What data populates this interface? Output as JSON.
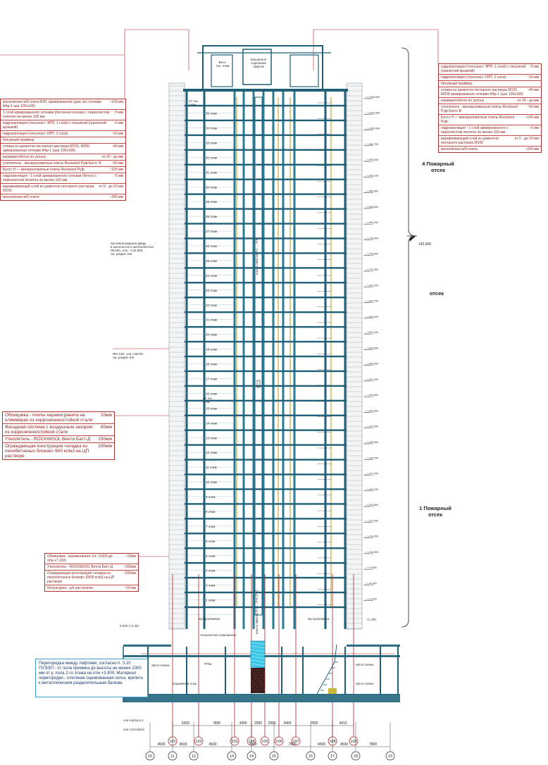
{
  "fire_compartments": {
    "upper": "4 Пожарный\nотсек",
    "middle": "отсек",
    "lower": "1 Пожарный\nотсек"
  },
  "elevation_marker": "142,600",
  "callout": {
    "text": "Перегородка между лифтами, согласно п. 3.10 ПУЭЭП - от пола приямка до высоты не менее 2300 мм от у. пола 2-го этажа на отм +3.900. Материал перегородки - плетеная оцинкованная сетка, крепить к металлическим разделительным балкам."
  },
  "legend_facade": [
    {
      "label": "Облицовка - плиты керамогранита на кляммерах из коррозионностойкой стали",
      "value": "10мм"
    },
    {
      "label": "Фасадная система с воздушным зазором из коррозионностойкой стали",
      "value": "60мм"
    },
    {
      "label": "Утеплитель - ROCKWOOL Венти Батт-Д",
      "value": "150мм"
    },
    {
      "label": "Ограждающая конструкция «кладка из пенобетонных блоков» 600 кг/м3 на ЦП растворе",
      "value": "200мм"
    }
  ],
  "legend_lower": [
    {
      "label": "Облицовка - керамогранит (от -3,820 до отм.+7,150)",
      "value": "~10мм"
    },
    {
      "label": "Утеплитель - ROCKWOOL Венти Батт-Д",
      "value": "~150мм"
    },
    {
      "label": "Ограждающая конструкция «кладка из пенобетонных блоков» D600 кг/м3 на ЦП растворе",
      "value": "~200мм"
    },
    {
      "label": "Штукатурка - ц/п раствором",
      "value": "~20 мм"
    }
  ],
  "legend_left_top": [
    {
      "label": "монолитная ж/б плита В30, армированная (цем. в/з сетками Ф4р-1 шаг 100х100)",
      "value": "~100 мм"
    },
    {
      "label": "1 слой армированного сетками (бетонная основа) с перехлестом полотен не менее 100 мм",
      "value": "~5 мм"
    },
    {
      "label": "гидроизоляция (технэласт ЭПП, 1 слой) с посыпкой (гранитной крошкой)",
      "value": "~5 мм"
    },
    {
      "label": "гидроизоляция (технэласт ХПП, 2 слоя)",
      "value": "~10 мм"
    },
    {
      "label": "битумный праймер",
      "value": ""
    },
    {
      "label": "стяжка из цементно-песчаного раствора М150, М200 армированная сетками Ф4р-1 (шаг 100х100)",
      "value": "~40 мм"
    },
    {
      "label": "керамзитобетон по уклону",
      "value": "от 20 - до мм"
    },
    {
      "label": "утеплитель - минераловатные плиты Rockwool Руф Баттс В",
      "value": "~50 мм"
    },
    {
      "label": "Баттс Н — минераловатные плиты Rockwool Руф",
      "value": "~100 мм"
    },
    {
      "label": "гидроизоляция - 1 слой армированного сетками (бетон) с перехлестом полотен не менее 100 мм",
      "value": "~5 мм"
    },
    {
      "label": "выравнивающий слой из цементно-песчаного раствора М100",
      "value": "от 0 - до 10 мм"
    },
    {
      "label": "монолитная ж/б плита",
      "value": "~200 мм"
    }
  ],
  "legend_right_top": [
    {
      "label": "гидроизоляция (технэласт ЭПП, 1 слой) с посыпкой (гранитной крошкой)",
      "value": "~5 мм"
    },
    {
      "label": "гидроизоляция (технэласт ХПП, 2 слоя)",
      "value": "~10 мм"
    },
    {
      "label": "битумный праймер",
      "value": ""
    },
    {
      "label": "стяжка из цементно-песчаного раствора М150, М200 армированная сетками Ф4р-1 (шаг 100х100)",
      "value": "~40 мм"
    },
    {
      "label": "керамзитобетон по уклону",
      "value": "от 20 - до мм"
    },
    {
      "label": "утеплитель - минераловатные плиты Rockwool Руф Баттс В",
      "value": "~50 мм"
    },
    {
      "label": "Баттс Н — минераловатные плиты Rockwool Руф",
      "value": "~100 мм"
    },
    {
      "label": "гидроизоляция - 1 слой армированного с перехлестом полотен не менее 100 мм",
      "value": "~5 мм"
    },
    {
      "label": "выравнивающий слой из цементно-песчаного раствора М100",
      "value": "от 0 - до 10 мм"
    },
    {
      "label": "монолитная ж/б плита",
      "value": "~200 мм"
    }
  ],
  "notes": {
    "mid_left_1": "противопожарная дверь\nв монолитного железобетона\nRE150, отм. +142.600,\nсм. раздел КЖ",
    "mid_left_2": "REI 240, отм.+56700,\nсм. раздел КЖ",
    "shaft_upper": "шахта лифтов Л-1 ... Л-8",
    "shaft_lower": "шахта лифтов Л-1 ... Л-8 (П-1)",
    "roof_room": "Машинное\nотделение\nлифтов",
    "roof_room_2": "Вент.\nтех. этаж",
    "tech_floor": "37 тех.\nэтаж",
    "tech_floor_2": "36 тех.\nэтаж",
    "parking_left": "автостоянка",
    "parking_right_1": "автостоянка",
    "parking_right_2": "автостоянка",
    "rpsh": "РПШ",
    "ground_left": "подземный этаж",
    "mop_left": "мусорокамера",
    "mop_right": "мусорокамера",
    "technical_room": "техническое помещение",
    "level_marker_left": "0,000 (+3.40)",
    "level_marker_right": "+1,700",
    "bottom_axis_1": "оси корпуса 1",
    "bottom_axis_2": "оси стилобата"
  },
  "floor_labels": [
    "35 этаж",
    "34 этаж",
    "33 этаж",
    "32 этаж",
    "31 этаж",
    "30 этаж",
    "29 этаж",
    "28 этаж",
    "27 этаж",
    "26 этаж",
    "25 этаж",
    "24 этаж",
    "23 этаж",
    "22 этаж",
    "21 этаж",
    "20 этаж",
    "19 этаж",
    "18 этаж",
    "17 этаж",
    "16 этаж",
    "15 этаж",
    "14 этаж",
    "13 этаж",
    "12 этаж",
    "11 этаж",
    "10 этаж",
    "9 этаж",
    "8 этаж",
    "7 этаж",
    "6 этаж",
    "5 этаж",
    "4 этаж",
    "3 этаж",
    "2 этаж"
  ],
  "elevations_right": [
    "+106.600",
    "+103.300",
    "+100.000",
    "+96.700",
    "+93.400",
    "+90.100",
    "+86.800",
    "+83.500",
    "+80.200",
    "+76.900",
    "+73.600",
    "+70.300",
    "+67.000",
    "+63.700",
    "+60.400",
    "+57.100",
    "+53.800",
    "+50.500",
    "+47.200",
    "+43.900",
    "+40.600",
    "+37.300",
    "+34.000",
    "+30.700",
    "+27.400",
    "+24.100",
    "+20.800",
    "+17.500",
    "+14.200",
    "+10.900",
    "+7.600",
    "+4.300",
    "+1.000"
  ],
  "dimensions_upper": [
    "5420",
    "7800",
    "3400",
    "2900",
    "2900",
    "3400",
    "7800",
    "4410"
  ],
  "dimensions_lower": [
    "4500",
    "4500",
    "4500",
    "7800",
    "7800",
    "4500",
    "4500",
    "7800"
  ],
  "axes_upper": [
    "101",
    "102",
    "103",
    "104",
    "105",
    "106",
    "107",
    "108",
    "109"
  ],
  "axes_lower": [
    "10",
    "11",
    "12",
    "13",
    "14",
    "15",
    "16",
    "17",
    "18",
    "19"
  ],
  "colors": {
    "structure": "#1f5f78",
    "column": "#2a7b96",
    "gold": "#c8a63a",
    "red_line": "#b82020",
    "cyan": "#3cc6e8",
    "callout_border": "#3aa0c8",
    "ground": "#2d6e84"
  }
}
